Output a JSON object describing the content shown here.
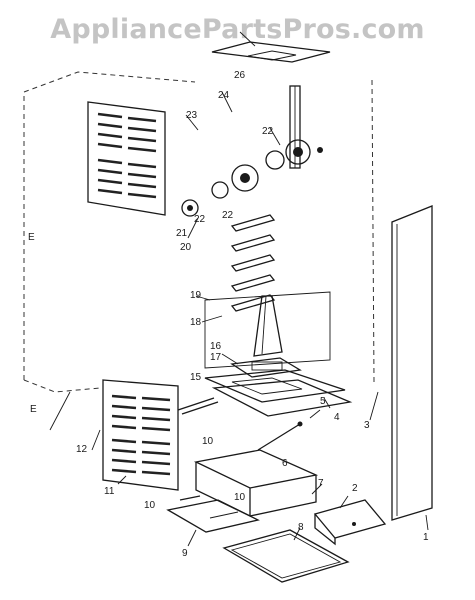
{
  "watermark": "AppliancePartsPros.com",
  "callouts": [
    "1",
    "2",
    "3",
    "4",
    "5",
    "6",
    "7",
    "8",
    "9",
    "10",
    "10",
    "10",
    "11",
    "12",
    "15",
    "16",
    "17",
    "18",
    "19",
    "20",
    "21",
    "22",
    "22",
    "22",
    "23",
    "24",
    "26",
    "E",
    "E"
  ]
}
